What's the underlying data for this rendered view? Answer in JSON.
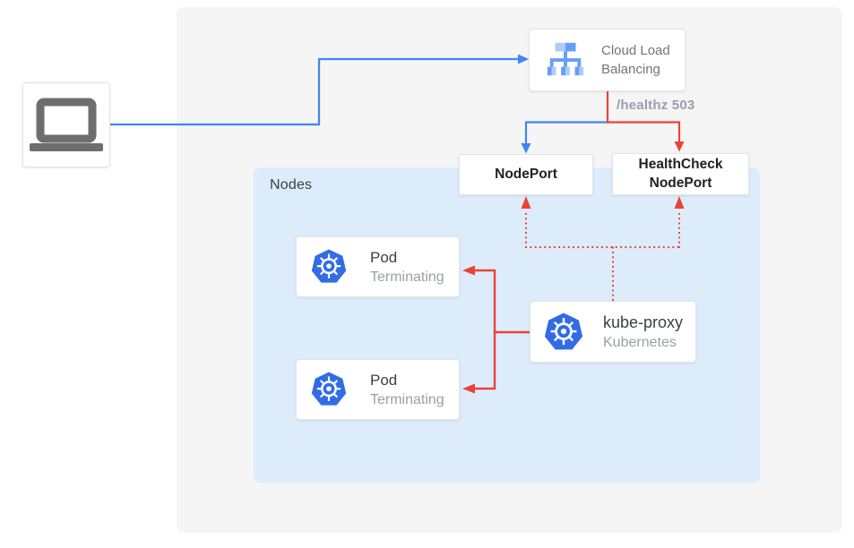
{
  "nodes_group": {
    "label": "Nodes"
  },
  "client": {
    "icon": "laptop-icon"
  },
  "load_balancer": {
    "label": "Cloud Load Balancing",
    "icon": "cloud-load-balancing-icon"
  },
  "health_check": {
    "label": "/healthz 503"
  },
  "nodeport": {
    "label": "NodePort"
  },
  "healthcheck_nodeport": {
    "label": "HealthCheck NodePort"
  },
  "kube_proxy": {
    "title": "kube-proxy",
    "subtitle": "Kubernetes",
    "icon": "kubernetes-icon"
  },
  "pods": [
    {
      "title": "Pod",
      "status": "Terminating",
      "icon": "kubernetes-icon"
    },
    {
      "title": "Pod",
      "status": "Terminating",
      "icon": "kubernetes-icon"
    }
  ],
  "colors": {
    "blue_line": "#4285f4",
    "red_line": "#ea4335",
    "outer_panel_bg": "#f5f5f5",
    "nodes_panel_bg": "#ddecfb",
    "card_bg": "#ffffff",
    "card_border": "#e4e4e4",
    "text_dark": "#202124",
    "text_body": "#3c4043",
    "text_gray": "#9aa0a6",
    "clb_text_gray": "#757575",
    "k8s_blue": "#326ce5",
    "lb_light_blue": "#aecbfa",
    "lb_medium_blue": "#669df6",
    "laptop_gray": "#6e6e6e"
  }
}
